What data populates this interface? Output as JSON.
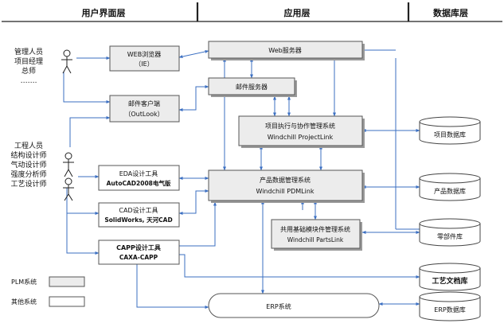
{
  "layers": {
    "user": "用户界面层",
    "app": "应用层",
    "db": "数据库层"
  },
  "actors": {
    "group1": [
      "管理人员",
      "项目经理",
      "总师",
      "……."
    ],
    "group2": [
      "工程人员",
      "结构设计师",
      "气动设计师",
      "强度分析师",
      "工艺设计师"
    ]
  },
  "clients": {
    "web_browser": [
      "WEB浏览器",
      "（IE）"
    ],
    "mail_client": [
      "邮件客户端",
      "（OutLook）"
    ],
    "eda_tool": [
      "EDA设计工具",
      "AutoCAD2008电气版"
    ],
    "cad_tool": [
      "CAD设计工具",
      "SolidWorks, 天河CAD"
    ],
    "capp_tool": [
      "CAPP设计工具",
      "CAXA-CAPP"
    ]
  },
  "servers": {
    "web_server": "Web服务器",
    "mail_server": "邮件服务器",
    "project_mgmt": [
      "项目执行与协作管理系统",
      "Windchill ProjectLink"
    ],
    "pdm": [
      "产品数据管理系统",
      "Windchill PDMLink"
    ],
    "parts_mgmt": [
      "共用基础模块件管理系统",
      "Windchill PartsLink"
    ],
    "erp": "ERP系统"
  },
  "databases": {
    "project_db": "项目数据库",
    "product_db": "产品数据库",
    "parts_db": "零部件库",
    "process_db": "工艺文档库",
    "erp_db": "ERP数据库"
  },
  "legend": {
    "plm": "PLM系统",
    "other": "其他系统"
  },
  "colors": {
    "connector": "#3b6fc2",
    "plm_fill": "#ececec",
    "other_fill": "#ffffff"
  }
}
